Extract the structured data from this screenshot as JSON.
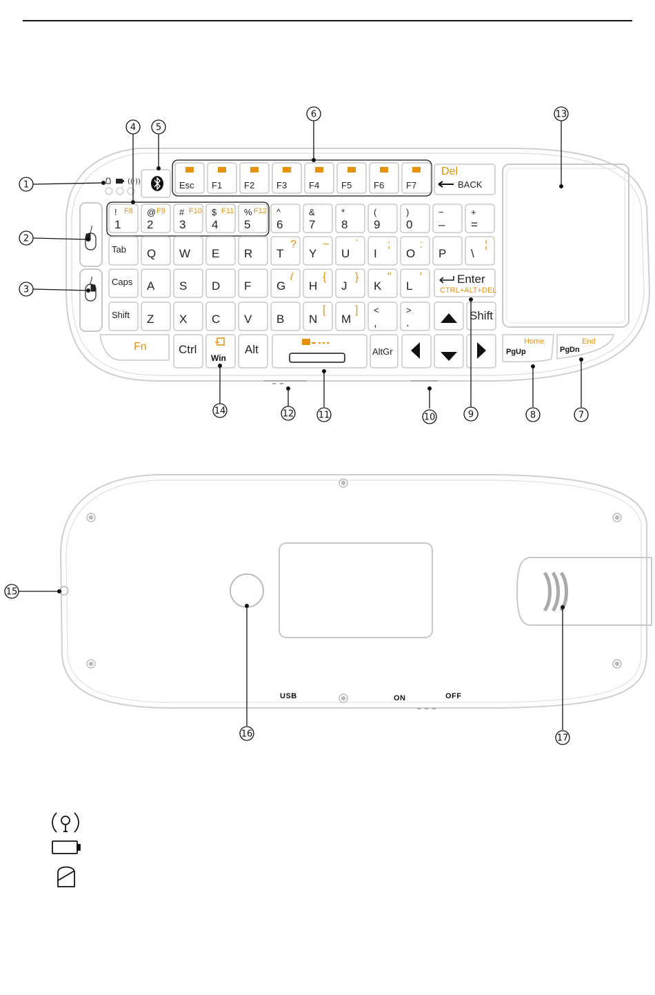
{
  "colors": {
    "accent": "#e8900c",
    "outline": "#c8c8c8",
    "ink": "#111111"
  },
  "front": {
    "rows": [
      [
        {
          "id": "k-1",
          "main": "1",
          "shift": "!",
          "alt": "F8"
        },
        {
          "id": "k-2",
          "main": "2",
          "shift": "@",
          "alt": "F9"
        },
        {
          "id": "k-3",
          "main": "3",
          "shift": "#",
          "alt": "F10"
        },
        {
          "id": "k-4",
          "main": "4",
          "shift": "$",
          "alt": "F11"
        },
        {
          "id": "k-5",
          "main": "5",
          "shift": "%",
          "alt": "F12"
        },
        {
          "id": "k-6",
          "main": "6",
          "shift": "^",
          "alt": ""
        },
        {
          "id": "k-7",
          "main": "7",
          "shift": "&",
          "alt": ""
        },
        {
          "id": "k-8",
          "main": "8",
          "shift": "*",
          "alt": ""
        },
        {
          "id": "k-9",
          "main": "9",
          "shift": "(",
          "alt": ""
        },
        {
          "id": "k-0",
          "main": "0",
          "shift": ")",
          "alt": ""
        },
        {
          "id": "k-minus",
          "main": "–",
          "shift": "−",
          "alt": ""
        },
        {
          "id": "k-equal",
          "main": "=",
          "shift": "+",
          "alt": ""
        }
      ],
      [
        {
          "id": "k-tab",
          "main": "Tab",
          "shift": "",
          "alt": ""
        },
        {
          "id": "k-q",
          "main": "Q",
          "shift": "",
          "alt": ""
        },
        {
          "id": "k-w",
          "main": "W",
          "shift": "",
          "alt": ""
        },
        {
          "id": "k-e",
          "main": "E",
          "shift": "",
          "alt": ""
        },
        {
          "id": "k-r",
          "main": "R",
          "shift": "",
          "alt": ""
        },
        {
          "id": "k-t",
          "main": "T",
          "shift": "",
          "alt": "?"
        },
        {
          "id": "k-y",
          "main": "Y",
          "shift": "",
          "alt": "~"
        },
        {
          "id": "k-u",
          "main": "U",
          "shift": "",
          "alt": "`"
        },
        {
          "id": "k-i",
          "main": "I",
          "shift": "",
          "alt": ";"
        },
        {
          "id": "k-o",
          "main": "O",
          "shift": "",
          "alt": ":"
        },
        {
          "id": "k-p",
          "main": "P",
          "shift": "",
          "alt": ""
        },
        {
          "id": "k-backslash",
          "main": "\\",
          "shift": "",
          "alt": "¦"
        }
      ],
      [
        {
          "id": "k-caps",
          "main": "Caps",
          "shift": "",
          "alt": ""
        },
        {
          "id": "k-a",
          "main": "A",
          "shift": "",
          "alt": ""
        },
        {
          "id": "k-s",
          "main": "S",
          "shift": "",
          "alt": ""
        },
        {
          "id": "k-d",
          "main": "D",
          "shift": "",
          "alt": ""
        },
        {
          "id": "k-f",
          "main": "F",
          "shift": "",
          "alt": ""
        },
        {
          "id": "k-g",
          "main": "G",
          "shift": "",
          "alt": "/"
        },
        {
          "id": "k-h",
          "main": "H",
          "shift": "",
          "alt": "{"
        },
        {
          "id": "k-j",
          "main": "J",
          "shift": "",
          "alt": "}"
        },
        {
          "id": "k-k",
          "main": "K",
          "shift": "",
          "alt": "\""
        },
        {
          "id": "k-l",
          "main": "L",
          "shift": "",
          "alt": "'"
        }
      ],
      [
        {
          "id": "k-shift-l",
          "main": "Shift",
          "shift": "",
          "alt": ""
        },
        {
          "id": "k-z",
          "main": "Z",
          "shift": "",
          "alt": ""
        },
        {
          "id": "k-x",
          "main": "X",
          "shift": "",
          "alt": ""
        },
        {
          "id": "k-c",
          "main": "C",
          "shift": "",
          "alt": ""
        },
        {
          "id": "k-v",
          "main": "V",
          "shift": "",
          "alt": ""
        },
        {
          "id": "k-b",
          "main": "B",
          "shift": "",
          "alt": ""
        },
        {
          "id": "k-n",
          "main": "N",
          "shift": "",
          "alt": "["
        },
        {
          "id": "k-m",
          "main": "M",
          "shift": "",
          "alt": "]"
        },
        {
          "id": "k-comma",
          "main": ",",
          "shift": "<",
          "alt": ""
        },
        {
          "id": "k-period",
          "main": ".",
          "shift": ">",
          "alt": ""
        }
      ]
    ],
    "fkeys": [
      {
        "id": "k-esc",
        "label": "Esc"
      },
      {
        "id": "k-f1",
        "label": "F1"
      },
      {
        "id": "k-f2",
        "label": "F2"
      },
      {
        "id": "k-f3",
        "label": "F3"
      },
      {
        "id": "k-f4",
        "label": "F4"
      },
      {
        "id": "k-f5",
        "label": "F5"
      },
      {
        "id": "k-f6",
        "label": "F6"
      },
      {
        "id": "k-f7",
        "label": "F7"
      }
    ],
    "del_label": "Del",
    "back_label": "BACK",
    "enter_label": "Enter",
    "enter_sub": "CTRL+ALT+DEL",
    "shift_r_label": "Shift",
    "fn_label": "Fn",
    "ctrl_label": "Ctrl",
    "win_label": "Win",
    "alt_label": "Alt",
    "altgr_label": "AltGr",
    "pgup_label": "PgUp",
    "home_label": "Home",
    "pgdn_label": "PgDn",
    "end_label": "End",
    "callouts": [
      "1",
      "2",
      "3",
      "4",
      "5",
      "6",
      "7",
      "8",
      "9",
      "10",
      "11",
      "12",
      "13",
      "14"
    ]
  },
  "back": {
    "usb_label": "USB",
    "on_label": "ON",
    "off_label": "OFF",
    "callouts": [
      "15",
      "16",
      "17"
    ]
  },
  "legend": {
    "icons": [
      "wireless-indicator-icon",
      "battery-indicator-icon",
      "caps-lock-indicator-icon"
    ]
  }
}
